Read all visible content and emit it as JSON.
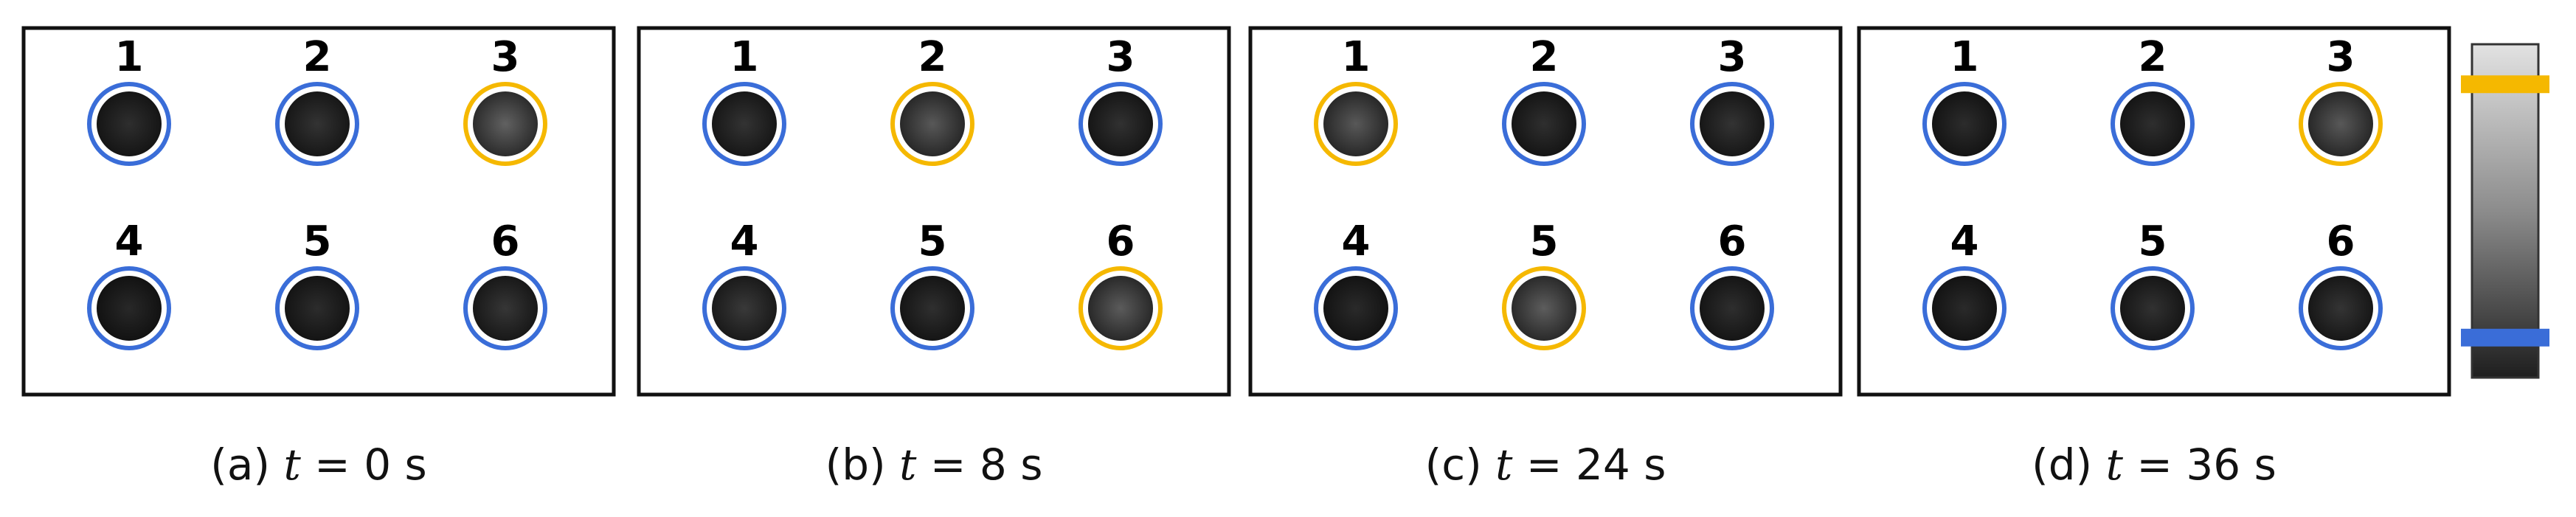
{
  "panels": [
    {
      "caption_prefix": "(a) ",
      "caption_var": "t",
      "caption_eq": " = 0 s",
      "wells": [
        {
          "label": "1",
          "highlight": false,
          "brightness": 0.15
        },
        {
          "label": "2",
          "highlight": false,
          "brightness": 0.18
        },
        {
          "label": "3",
          "highlight": true,
          "brightness": 0.45
        },
        {
          "label": "4",
          "highlight": false,
          "brightness": 0.12
        },
        {
          "label": "5",
          "highlight": false,
          "brightness": 0.14
        },
        {
          "label": "6",
          "highlight": false,
          "brightness": 0.2
        }
      ]
    },
    {
      "caption_prefix": "(b) ",
      "caption_var": "t",
      "caption_eq": " = 8 s",
      "wells": [
        {
          "label": "1",
          "highlight": false,
          "brightness": 0.18
        },
        {
          "label": "2",
          "highlight": true,
          "brightness": 0.4
        },
        {
          "label": "3",
          "highlight": false,
          "brightness": 0.17
        },
        {
          "label": "4",
          "highlight": false,
          "brightness": 0.22
        },
        {
          "label": "5",
          "highlight": false,
          "brightness": 0.16
        },
        {
          "label": "6",
          "highlight": true,
          "brightness": 0.42
        }
      ]
    },
    {
      "caption_prefix": "(c) ",
      "caption_var": "t",
      "caption_eq": " = 24 s",
      "wells": [
        {
          "label": "1",
          "highlight": true,
          "brightness": 0.4
        },
        {
          "label": "2",
          "highlight": false,
          "brightness": 0.16
        },
        {
          "label": "3",
          "highlight": false,
          "brightness": 0.18
        },
        {
          "label": "4",
          "highlight": false,
          "brightness": 0.13
        },
        {
          "label": "5",
          "highlight": true,
          "brightness": 0.43
        },
        {
          "label": "6",
          "highlight": false,
          "brightness": 0.15
        }
      ]
    },
    {
      "caption_prefix": "(d) ",
      "caption_var": "t",
      "caption_eq": " = 36 s",
      "wells": [
        {
          "label": "1",
          "highlight": false,
          "brightness": 0.14
        },
        {
          "label": "2",
          "highlight": false,
          "brightness": 0.15
        },
        {
          "label": "3",
          "highlight": true,
          "brightness": 0.4
        },
        {
          "label": "4",
          "highlight": false,
          "brightness": 0.13
        },
        {
          "label": "5",
          "highlight": false,
          "brightness": 0.17
        },
        {
          "label": "6",
          "highlight": false,
          "brightness": 0.19
        }
      ]
    }
  ],
  "colors": {
    "highlight_ring": "#F5B800",
    "normal_ring": "#3A6DD8",
    "well_rim": "#ffffff",
    "box_stroke": "#111111"
  },
  "scale_bar": {
    "upper_marker_color": "#F5B800",
    "lower_marker_color": "#3A6DD8",
    "upper_marker_level": 0.88,
    "lower_marker_level": 0.12
  }
}
